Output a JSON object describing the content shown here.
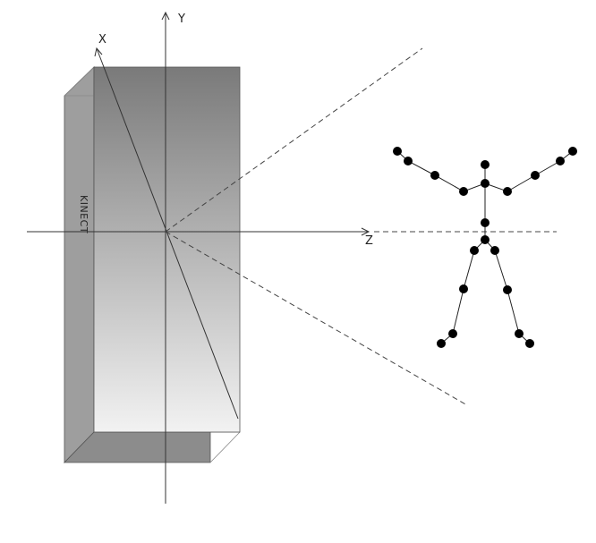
{
  "diagram": {
    "axes": {
      "x_label": "X",
      "y_label": "Y",
      "z_label": "Z"
    },
    "device_label": "KINECT",
    "colors": {
      "line": "#333333",
      "joint": "#000000",
      "device_front_top": "#7a7a7a",
      "device_front_bottom": "#f2f2f2",
      "device_side": "#9e9e9e"
    }
  }
}
